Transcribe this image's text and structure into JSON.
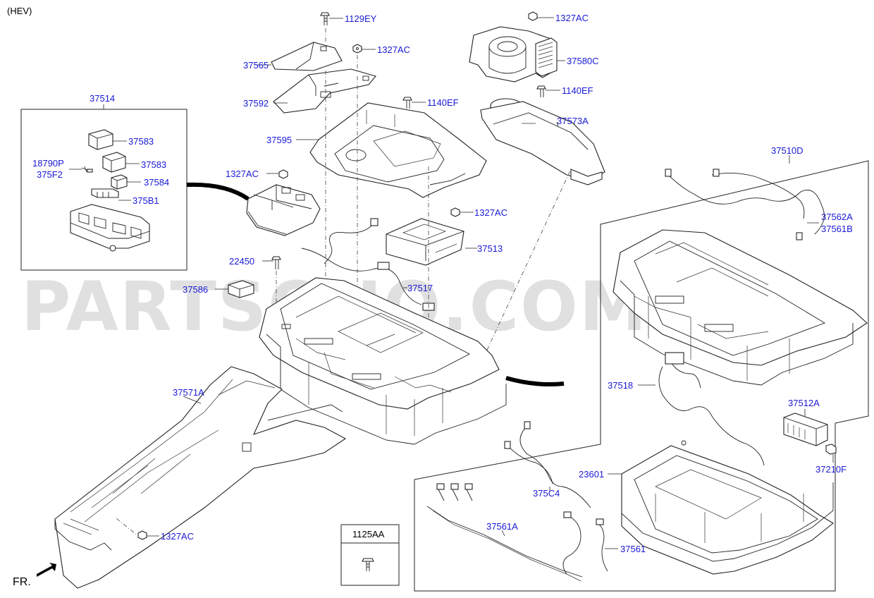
{
  "header": {
    "variant": "(HEV)"
  },
  "watermark": "PARTSOUQ.COM",
  "orientation": {
    "label": "FR."
  },
  "labels": {
    "p1129EY": "1129EY",
    "p1327AC_a": "1327AC",
    "p1327AC_b": "1327AC",
    "p1327AC_c": "1327AC",
    "p1327AC_d": "1327AC",
    "p1327AC_e": "1327AC",
    "p37565": "37565",
    "p37592": "37592",
    "p1140EF_a": "1140EF",
    "p1140EF_b": "1140EF",
    "p37595": "37595",
    "p37580C": "37580C",
    "p37573A": "37573A",
    "p37514": "37514",
    "p37583_a": "37583",
    "p37583_b": "37583",
    "p37584": "37584",
    "p18790P": "18790P",
    "p375F2": "375F2",
    "p375B1": "375B1",
    "p37513": "37513",
    "p22450": "22450",
    "p37586": "37586",
    "p37517": "37517",
    "p37510D": "37510D",
    "p37562A": "37562A",
    "p37561B": "37561B",
    "p37518": "37518",
    "p37512A": "37512A",
    "p37210F": "37210F",
    "p37571A": "37571A",
    "p23601": "23601",
    "p375C4": "375C4",
    "p37561A": "37561A",
    "p37561": "37561",
    "p1125AA": "1125AA"
  }
}
